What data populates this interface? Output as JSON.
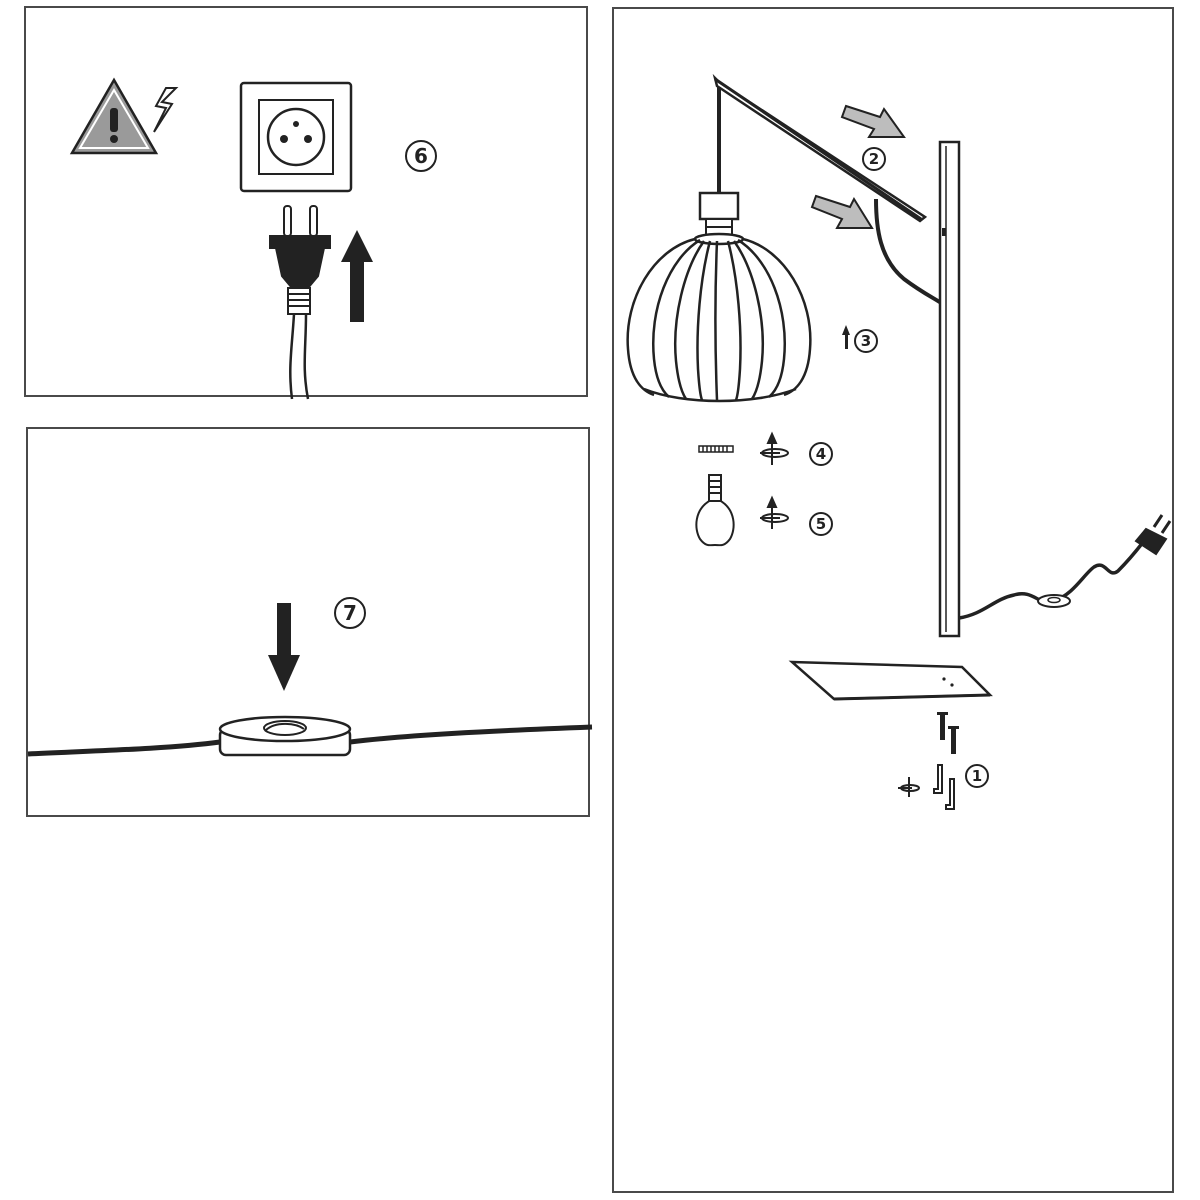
{
  "steps": {
    "s1": "1",
    "s2": "2",
    "s3": "3",
    "s4": "4",
    "s5": "5",
    "s6": "6",
    "s7": "7"
  },
  "colors": {
    "line": "#222222",
    "warning_fill": "#9a9a9a",
    "arrow_fill": "#bdbdbd"
  },
  "icons": {
    "warning": "electric-shock-warning-icon",
    "outlet": "wall-socket-icon",
    "plug": "power-plug-icon",
    "switch": "foot-switch-icon",
    "bulb": "light-bulb-icon",
    "screw": "screw-icon",
    "allen_key": "allen-key-icon",
    "rotate": "rotate-screw-icon"
  }
}
